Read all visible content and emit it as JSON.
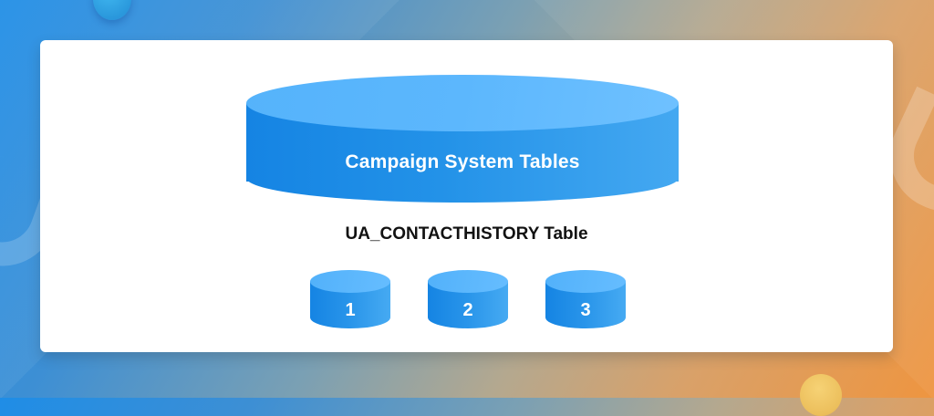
{
  "diagram": {
    "database": {
      "label": "Campaign System Tables",
      "color": "#2392e8"
    },
    "table_title": "UA_CONTACTHISTORY Table",
    "partitions": [
      {
        "label": "1"
      },
      {
        "label": "2"
      },
      {
        "label": "3"
      }
    ]
  },
  "background": {
    "gradient_start": "#1f8de6",
    "gradient_end": "#ee9540"
  }
}
